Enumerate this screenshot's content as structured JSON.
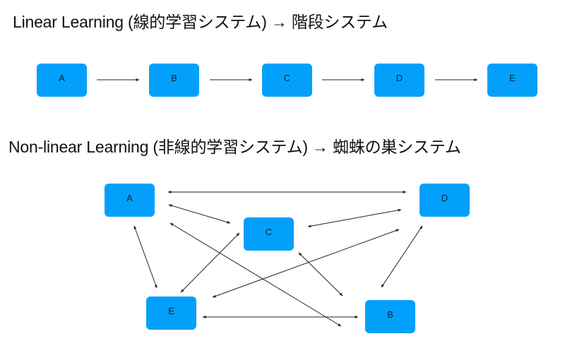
{
  "linear": {
    "title": "Linear Learning (線的学習システム) → 階段システム",
    "nodes": [
      {
        "id": "A",
        "label": "A"
      },
      {
        "id": "B",
        "label": "B"
      },
      {
        "id": "C",
        "label": "C"
      },
      {
        "id": "D",
        "label": "D"
      },
      {
        "id": "E",
        "label": "E"
      }
    ],
    "edges": [
      {
        "from": "A",
        "to": "B",
        "type": "one-way"
      },
      {
        "from": "B",
        "to": "C",
        "type": "one-way"
      },
      {
        "from": "C",
        "to": "D",
        "type": "one-way"
      },
      {
        "from": "D",
        "to": "E",
        "type": "one-way"
      }
    ]
  },
  "nonlinear": {
    "title": "Non-linear Learning (非線的学習システム) → 蜘蛛の巣システム",
    "nodes": [
      {
        "id": "A",
        "label": "A"
      },
      {
        "id": "C",
        "label": "C"
      },
      {
        "id": "D",
        "label": "D"
      },
      {
        "id": "E",
        "label": "E"
      },
      {
        "id": "B",
        "label": "B"
      }
    ],
    "edges": [
      {
        "from": "A",
        "to": "D",
        "type": "two-way"
      },
      {
        "from": "A",
        "to": "C",
        "type": "two-way"
      },
      {
        "from": "A",
        "to": "B",
        "type": "two-way"
      },
      {
        "from": "A",
        "to": "E",
        "type": "two-way"
      },
      {
        "from": "C",
        "to": "D",
        "type": "two-way"
      },
      {
        "from": "C",
        "to": "E",
        "type": "two-way"
      },
      {
        "from": "C",
        "to": "B",
        "type": "two-way"
      },
      {
        "from": "D",
        "to": "E",
        "type": "two-way"
      },
      {
        "from": "D",
        "to": "B",
        "type": "two-way"
      },
      {
        "from": "E",
        "to": "B",
        "type": "two-way"
      }
    ]
  },
  "colors": {
    "node_fill": "#03a0fb",
    "node_text": "#0b2233",
    "edge": "#222222",
    "title_text": "#111111"
  }
}
